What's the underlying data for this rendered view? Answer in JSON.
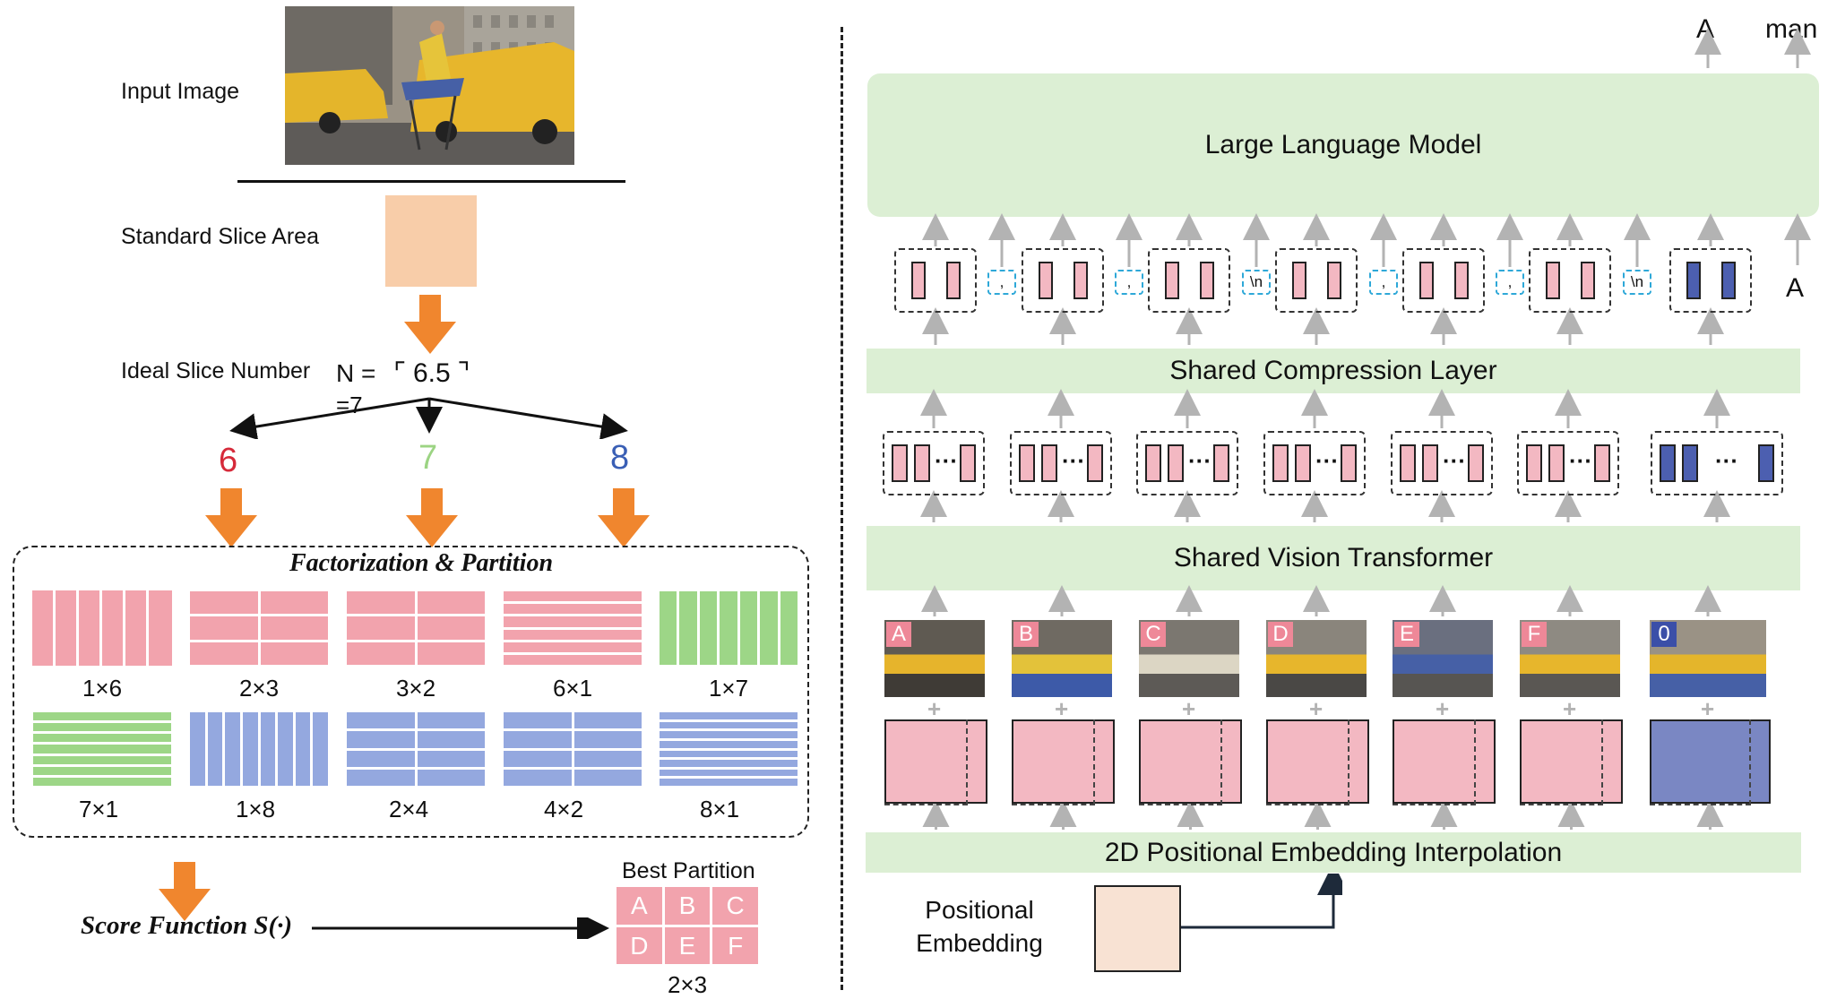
{
  "left": {
    "input_image_label": "Input Image",
    "standard_slice_label": "Standard Slice Area",
    "ideal_slice_label": "Ideal Slice Number",
    "n_formula": "N = ⌜ 6.5 ⌝ =7",
    "n_prefix": "N =",
    "n_value": "6.5",
    "n_result": "=7",
    "candidates": [
      "6",
      "7",
      "8"
    ],
    "candidate_colors": [
      "#d62a3a",
      "#9cd483",
      "#3a5fb5"
    ],
    "factorization_title": "Factorization & Partition",
    "partitions_row1": [
      "1×6",
      "2×3",
      "3×2",
      "6×1",
      "1×7"
    ],
    "partitions_row2": [
      "7×1",
      "1×8",
      "2×4",
      "4×2",
      "8×1"
    ],
    "score_function": "Score Function S(·)",
    "best_partition_label": "Best Partition",
    "best_partition_cells": [
      "A",
      "B",
      "C",
      "D",
      "E",
      "F"
    ],
    "best_partition_dims": "2×3",
    "colors": {
      "pink": "#f2a3ad",
      "green": "#9dd687",
      "blue": "#94a8df",
      "orange": "#f0862e",
      "peach": "#f8cda9"
    }
  },
  "right": {
    "output_tokens": [
      "A",
      "man"
    ],
    "llm_label": "Large Language Model",
    "input_token": "A",
    "separators": [
      ",",
      ",",
      "\\n",
      ",",
      ",",
      "\\n"
    ],
    "compression_label": "Shared Compression Layer",
    "vit_label": "Shared Vision Transformer",
    "slice_letters": [
      "A",
      "B",
      "C",
      "D",
      "E",
      "F",
      "0"
    ],
    "interp_label": "2D Positional Embedding Interpolation",
    "pos_emb_label_line1": "Positional",
    "pos_emb_label_line2": "Embedding",
    "colors": {
      "green_bar": "#dcefd4",
      "pink": "#f3b8c2",
      "blue": "#4c5fb0",
      "blue_emb": "#7a87c3",
      "cyan": "#2ea8d8"
    }
  }
}
